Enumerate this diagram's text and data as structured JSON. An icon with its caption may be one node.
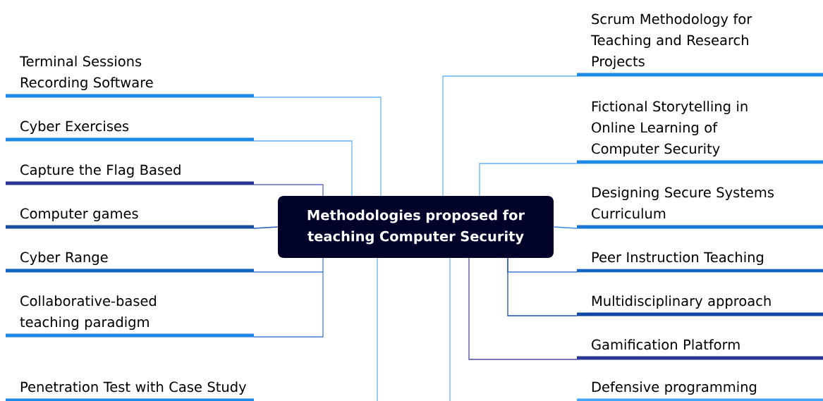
{
  "diagram": {
    "nodes": [
      {
        "text": [
          "Methodologies proposed for teaching Computer Security"
        ]
      },
      {
        "text": [
          "Terminal Sessions Recording Software"
        ]
      },
      {
        "text": [
          "Cyber Exercises"
        ]
      },
      {
        "text": [
          "Capture the Flag Based"
        ]
      },
      {
        "text": [
          "Computer games"
        ]
      },
      {
        "text": [
          "Cyber Range"
        ]
      },
      {
        "text": [
          "Collaborative-based teaching paradigm"
        ]
      },
      {
        "text": [
          "Penetration Test with Case Study"
        ]
      },
      {
        "text": [
          "Scrum Methodology for Teaching and Research Projects"
        ]
      },
      {
        "text": [
          "Fictional Storytelling in Online Learning of Computer Security"
        ]
      },
      {
        "text": [
          "Designing Secure Systems Curriculum"
        ]
      },
      {
        "text": [
          "Peer Instruction Teaching"
        ]
      },
      {
        "text": [
          "Multidisciplinary approach"
        ]
      },
      {
        "text": [
          "Gamification Platform"
        ]
      },
      {
        "text": [
          "Defensive programming"
        ]
      }
    ],
    "edges": [
      {
        "from": 0,
        "to": 1,
        "arrow": "none"
      },
      {
        "from": 0,
        "to": 2,
        "arrow": "none"
      },
      {
        "from": 0,
        "to": 3,
        "arrow": "none",
        "color": "#5c6bc0"
      },
      {
        "from": 0,
        "to": 4,
        "arrow": "none",
        "color": "#1e5bb8"
      },
      {
        "from": 0,
        "to": 5,
        "arrow": "none",
        "color": "#3d7fd6"
      },
      {
        "from": 0,
        "to": 6,
        "arrow": "none",
        "color": "#3d7fd6"
      },
      {
        "from": 0,
        "to": 7,
        "arrow": "none"
      },
      {
        "from": 0,
        "to": 8,
        "arrow": "none"
      },
      {
        "from": 0,
        "to": 9,
        "arrow": "none"
      },
      {
        "from": 0,
        "to": 10,
        "arrow": "none",
        "color": "#3d8ae0"
      },
      {
        "from": 0,
        "to": 11,
        "arrow": "none",
        "color": "#3d7fd6"
      },
      {
        "from": 0,
        "to": 12,
        "arrow": "none",
        "color": "#1e4fa8"
      },
      {
        "from": 0,
        "to": 13,
        "arrow": "none",
        "color": "#4a4aa8"
      },
      {
        "from": 0,
        "to": 14,
        "arrow": "none"
      }
    ]
  }
}
